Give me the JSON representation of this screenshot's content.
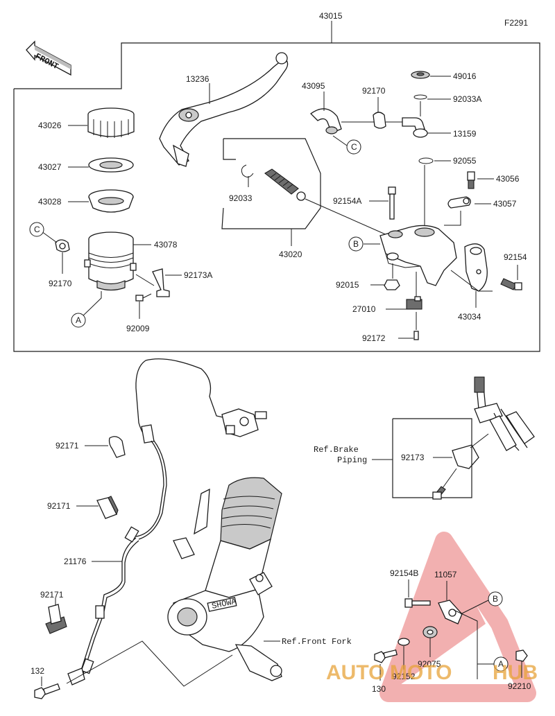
{
  "figure_id": "F2291",
  "front_label": "FRONT",
  "labels": {
    "p43015": "43015",
    "p13236": "13236",
    "p43095": "43095",
    "p92170a": "92170",
    "p49016": "49016",
    "p92033A": "92033A",
    "p43026": "43026",
    "p13159": "13159",
    "p43027": "43027",
    "p92055": "92055",
    "p43028": "43028",
    "p92033": "92033",
    "p92154A": "92154A",
    "p43056": "43056",
    "p43057": "43057",
    "p43078": "43078",
    "p43020": "43020",
    "p92154a": "92154",
    "p92170b": "92170",
    "p92173A": "92173A",
    "p92015": "92015",
    "p27010": "27010",
    "p43034": "43034",
    "p92009": "92009",
    "p92172": "92172",
    "p92171a": "92171",
    "p92173": "92173",
    "p92171b": "92171",
    "p21176": "21176",
    "p92154B": "92154B",
    "p11057": "11057",
    "p92171c": "92171",
    "p92075": "92075",
    "p92152": "92152",
    "p132": "132",
    "p130": "130",
    "p92210": "92210"
  },
  "callouts": {
    "c1": "C",
    "c2": "C",
    "b1": "B",
    "b2": "B",
    "a1": "A",
    "a2": "A"
  },
  "refs": {
    "brake_line1": "Ref.Brake",
    "brake_line2": "Piping",
    "front_fork": "Ref.Front Fork",
    "fork_stamp": "SHOWA"
  },
  "watermark": {
    "part1": "AUTO",
    "part2": "MOTO",
    "part3": "HUB",
    "color_main": "#e8a33a",
    "color_accent": "#e03a3a"
  }
}
